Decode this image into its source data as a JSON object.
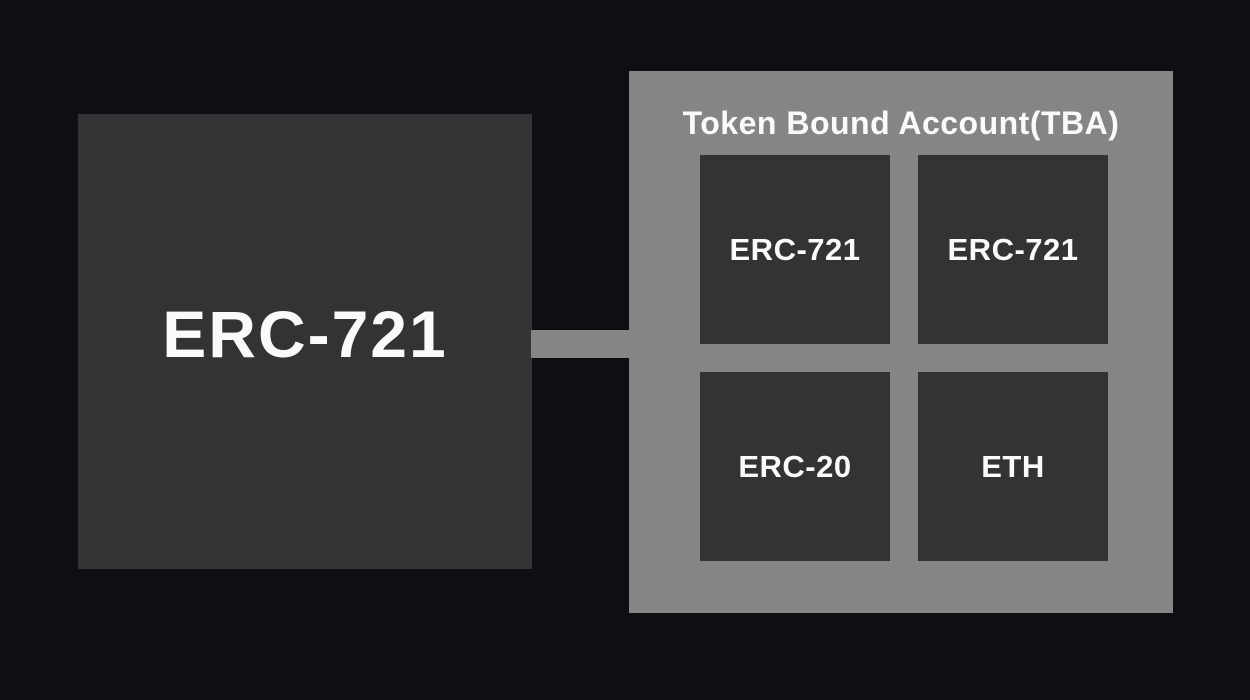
{
  "diagram": {
    "title": "Token Bound Account(TBA)",
    "source_token": {
      "label": "ERC-721"
    },
    "tba_assets": [
      {
        "label": "ERC-721"
      },
      {
        "label": "ERC-721"
      },
      {
        "label": "ERC-20"
      },
      {
        "label": "ETH"
      }
    ],
    "colors": {
      "background": "#0e0f12",
      "box_dark": "#323335",
      "panel_gray": "#858586",
      "text_white": "#fafafa"
    }
  }
}
